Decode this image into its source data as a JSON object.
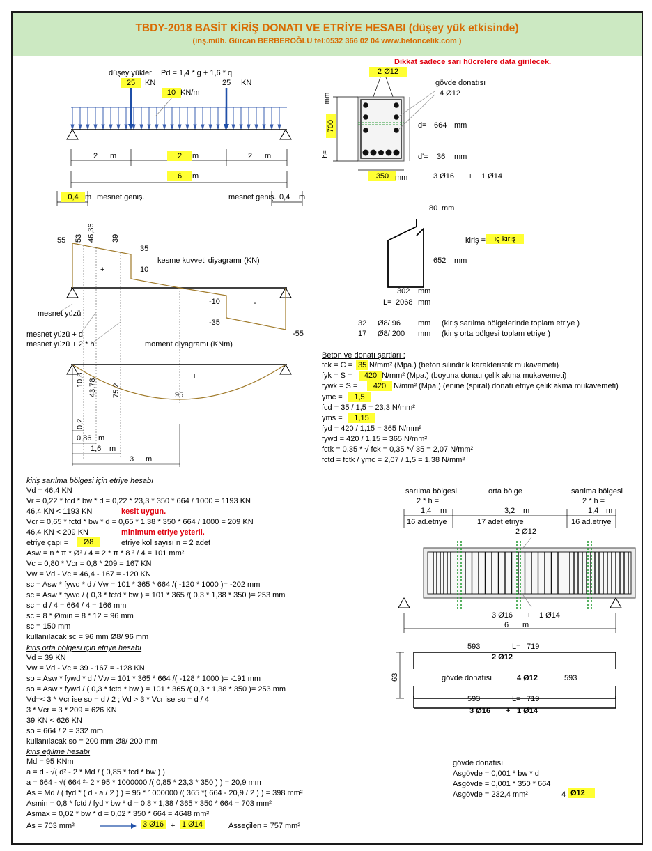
{
  "header": {
    "title": "TBDY-2018 BASİT KİRİŞ DONATI VE ETRİYE HESABI (düşey yük etkisinde)",
    "subtitle": "(inş.müh. Gürcan BERBEROĞLU tel:0532 366 02 04   www.betoncelik.com )",
    "notice": "Dikkat sadece sarı hücrelere data girilecek."
  },
  "loads": {
    "label": "düşey yükler",
    "formula": "Pd = 1,4 * g + 1,6 * q",
    "P1": "25",
    "P2": "25",
    "unit_kn": "KN",
    "q": "10",
    "unit_knm": "KN/m",
    "span_left": "2",
    "span_mid": "2",
    "span_right": "2",
    "span_total": "6",
    "unit_m": "m",
    "support_width": "0,4",
    "support_width2": "0,4",
    "support_label": "mesnet geniş."
  },
  "section": {
    "top_bars": "2 Ø12",
    "web_label": "gövde donatısı",
    "web_bars": "4 Ø12",
    "h_label": "h=",
    "h": "700",
    "unit_mm": "mm",
    "d_label": "d=",
    "d": "664",
    "dprime_label": "d'=",
    "dprime": "36",
    "bw": "350",
    "bottom_a": "3 Ø16",
    "plus": "+",
    "bottom_b": "1 Ø14"
  },
  "stirrup_shape": {
    "hook": "80",
    "height": "652",
    "width": "302",
    "length_label": "L=",
    "length": "2068",
    "type_label": "kiriş =",
    "type_value": "iç kiriş",
    "summary1_n": "32",
    "summary1_bar": "Ø8/ 96",
    "summary1_unit": "mm",
    "summary1_desc": "(kiriş sarılma bölgelerinde toplam etriye )",
    "summary2_n": "17",
    "summary2_bar": "Ø8/ 200",
    "summary2_unit": "mm",
    "summary2_desc": "(kiriş orta bölgesi toplam etriye )"
  },
  "shear": {
    "v_55": "55",
    "v_53": "53",
    "v_4636": "46,36",
    "v_39": "39",
    "v_35": "35",
    "v_10": "10",
    "v_m10": "-10",
    "v_m35": "-35",
    "v_m55": "-55",
    "title": "kesme kuvveti diyagramı (KN)",
    "plus": "+",
    "minus": "-",
    "face": "mesnet yüzü",
    "face_d": "mesnet yüzü + d",
    "face_2h": "mesnet yüzü + 2 * h"
  },
  "moment": {
    "title": "moment diyagramı (KNm)",
    "m_108": "10,8",
    "m_4378": "43,78",
    "m_752": "75,2",
    "m_95": "95",
    "plus": "+",
    "x_02": "0,2",
    "x_086": "0,86",
    "x_16": "1,6",
    "x_3": "3",
    "unit_m": "m"
  },
  "materials": {
    "heading": "Beton ve donatı şartları :",
    "fck_label": "fck = C =",
    "fck": "35",
    "fck_unit": "N/mm² (Mpa.) (beton silindirik karakteristik mukavemeti)",
    "fyk_label": "fyk = S =",
    "fyk": "420",
    "fyk_unit": "N/mm² (Mpa.) (boyuna donatı çelik akma mukavemeti)",
    "fywk_label": "fywk = S =",
    "fywk": "420",
    "fywk_unit": "N/mm² (Mpa.) (enine (spiral) donatı etriye çelik akma mukavemeti)",
    "gmc_label": "γmc =",
    "gmc": "1,5",
    "fcd_line": "fcd =   35   /     1,5     =    23,3   N/mm²",
    "gms_label": "γms =",
    "gms": "1,15",
    "fyd_line": "fyd =       420     /     1,15     =     365   N/mm²",
    "fywd_line": "fywd =       420     /     1,15     =     365   N/mm²",
    "fctk_line": "fctk = 0.35 * √ fck =    0,35   *√   35   =    2,07   N/mm²",
    "fctd_line": "fctd = fctk / γmc =   2,07     /      1,5      =    1,38   N/mm²"
  },
  "calc_confine": {
    "heading": "kiriş sarılma bölgesi için etriye hesabı",
    "lines": [
      "Vd =     46,4   KN",
      "Vr = 0,22 * fcd * bw * d =      0,22    *    23,3    *     350     *     664     /     1000   =   1193   KN",
      "  46,4  KN  <    1193  KN",
      "Vcr = 0,65 * fctd * bw * d =    0,65    *    1,38    *     350     *     664     /     1000   =     209   KN",
      "  46,4  KN  <     209   KN",
      "etriye çapı =",
      "Asw = n * π * Ø² / 4 =       2 * π *        8     ²  /      4     =     101    mm²",
      "Vc = 0,80 * Vcr =          0,8      *     209    =    167   KN",
      "Vw = Vd - Vc =       46,4    -      167    =    -120   KN",
      "sc = Asw * fywd * d / Vw =        101      *     365    *     664     /(    -120    *    1000   )=    -202    mm",
      "sc = Asw * fywd / ( 0,3 * fctd * bw ) =        101      *     365      /(     0,3     *    1,38    *     350    )=     253     mm",
      "sc = d / 4 =         664     /      4     =    166    mm",
      "sc = 8 * Ømin =      8    *    12    =      96    mm",
      "sc = 150 mm",
      "kullanılacak    sc =       96     mm             Ø8/ 96         mm"
    ],
    "ok": "kesit uygun.",
    "minimum": "minimum etriye yeterli.",
    "dia": "Ø8",
    "legs": "etriye kol sayısı  n =     2  adet"
  },
  "calc_middle": {
    "heading": "kiriş orta bölgesi için etriye hesabı",
    "lines": [
      "Vd =      39    KN",
      "Vw = Vd - Vc =       39      -      167    =    -128   KN",
      "so = Asw * fywd * d / Vw =        101      *     365    *     664     /(    -128    *    1000   )=    -191    mm",
      "so = Asw * fywd / ( 0,3 * fctd * bw ) =        101      *     365      /(     0,3     *    1,38    *     350    )=     253     mm",
      "Vd=< 3 * Vcr  ise  so = d / 2  ; Vd > 3 * Vcr  ise  so = d / 4",
      "3 * Vcr =     3    *     209    =     626   KN",
      "   39   KN  <     626   KN",
      "so =        664     /      2     =     332     mm",
      "kullanılacak  so =   200    mm                  Ø8/ 200     mm"
    ]
  },
  "calc_bending": {
    "heading": "kiriş eğilme hesabı",
    "lines": [
      "Md =       95    KNm",
      "a = d - √( d² - 2 * Md / ( 0,85 * fcd * bw ) )",
      "a =       664    - √(      664  ²-     2    *      95     *    1000000   /(    0,85    *    23,3    *     350    ) ) =      20,9    mm",
      "As = Md / ( fyd * ( d - a / 2 ) ) =     95     *    1000000   /(    365    *(     664    -      20,9    /     2    ) ) =      398    mm²",
      "Asmin = 0,8 * fctd / fyd * bw * d =      0,8     *    1,38    /     365     *     350     *     664     =     703    mm²",
      "Asmax = 0,02 * bw * d =       0,02     *    350     *     664     =    4648  mm²"
    ],
    "as_label": "As =      703    mm²",
    "sel_a": "3 Ø16",
    "sel_plus": "+",
    "sel_b": "1 Ø14",
    "as_sel": "Asseçilen =      757    mm²"
  },
  "web": {
    "heading": "gövde donatısı",
    "l1": "Asgövde = 0,001 * bw * d",
    "l2": "Asgövde =          0,001        *       350       *       664",
    "l3": "Asgövde =           232,4       mm²",
    "bars": "4",
    "bar_dia": "Ø12"
  },
  "elevation": {
    "conf_label": "sarılma bölgesi",
    "mid_label": "orta bölge",
    "twoh": "2 * h =",
    "l_conf": "1,4",
    "l_mid": "3,2",
    "unit_m": "m",
    "n_conf": "16  ad.etriye",
    "n_mid": "17  adet etriye",
    "top": "2 Ø12",
    "bot_a": "3 Ø16",
    "plus": "+",
    "bot_b": "1 Ø14",
    "span": "6",
    "span_unit": "m"
  },
  "bars": {
    "top_len": "593",
    "top_L_label": "L=",
    "top_L": "719",
    "top_name": "2 Ø12",
    "hook": "63",
    "web_label": "gövde donatısı",
    "web_name": "4 Ø12",
    "web_len": "593",
    "bot_len": "593",
    "bot_L_label": "L=",
    "bot_L": "719",
    "bot_a": "3 Ø16",
    "bot_plus": "+",
    "bot_b": "1 Ø14"
  }
}
